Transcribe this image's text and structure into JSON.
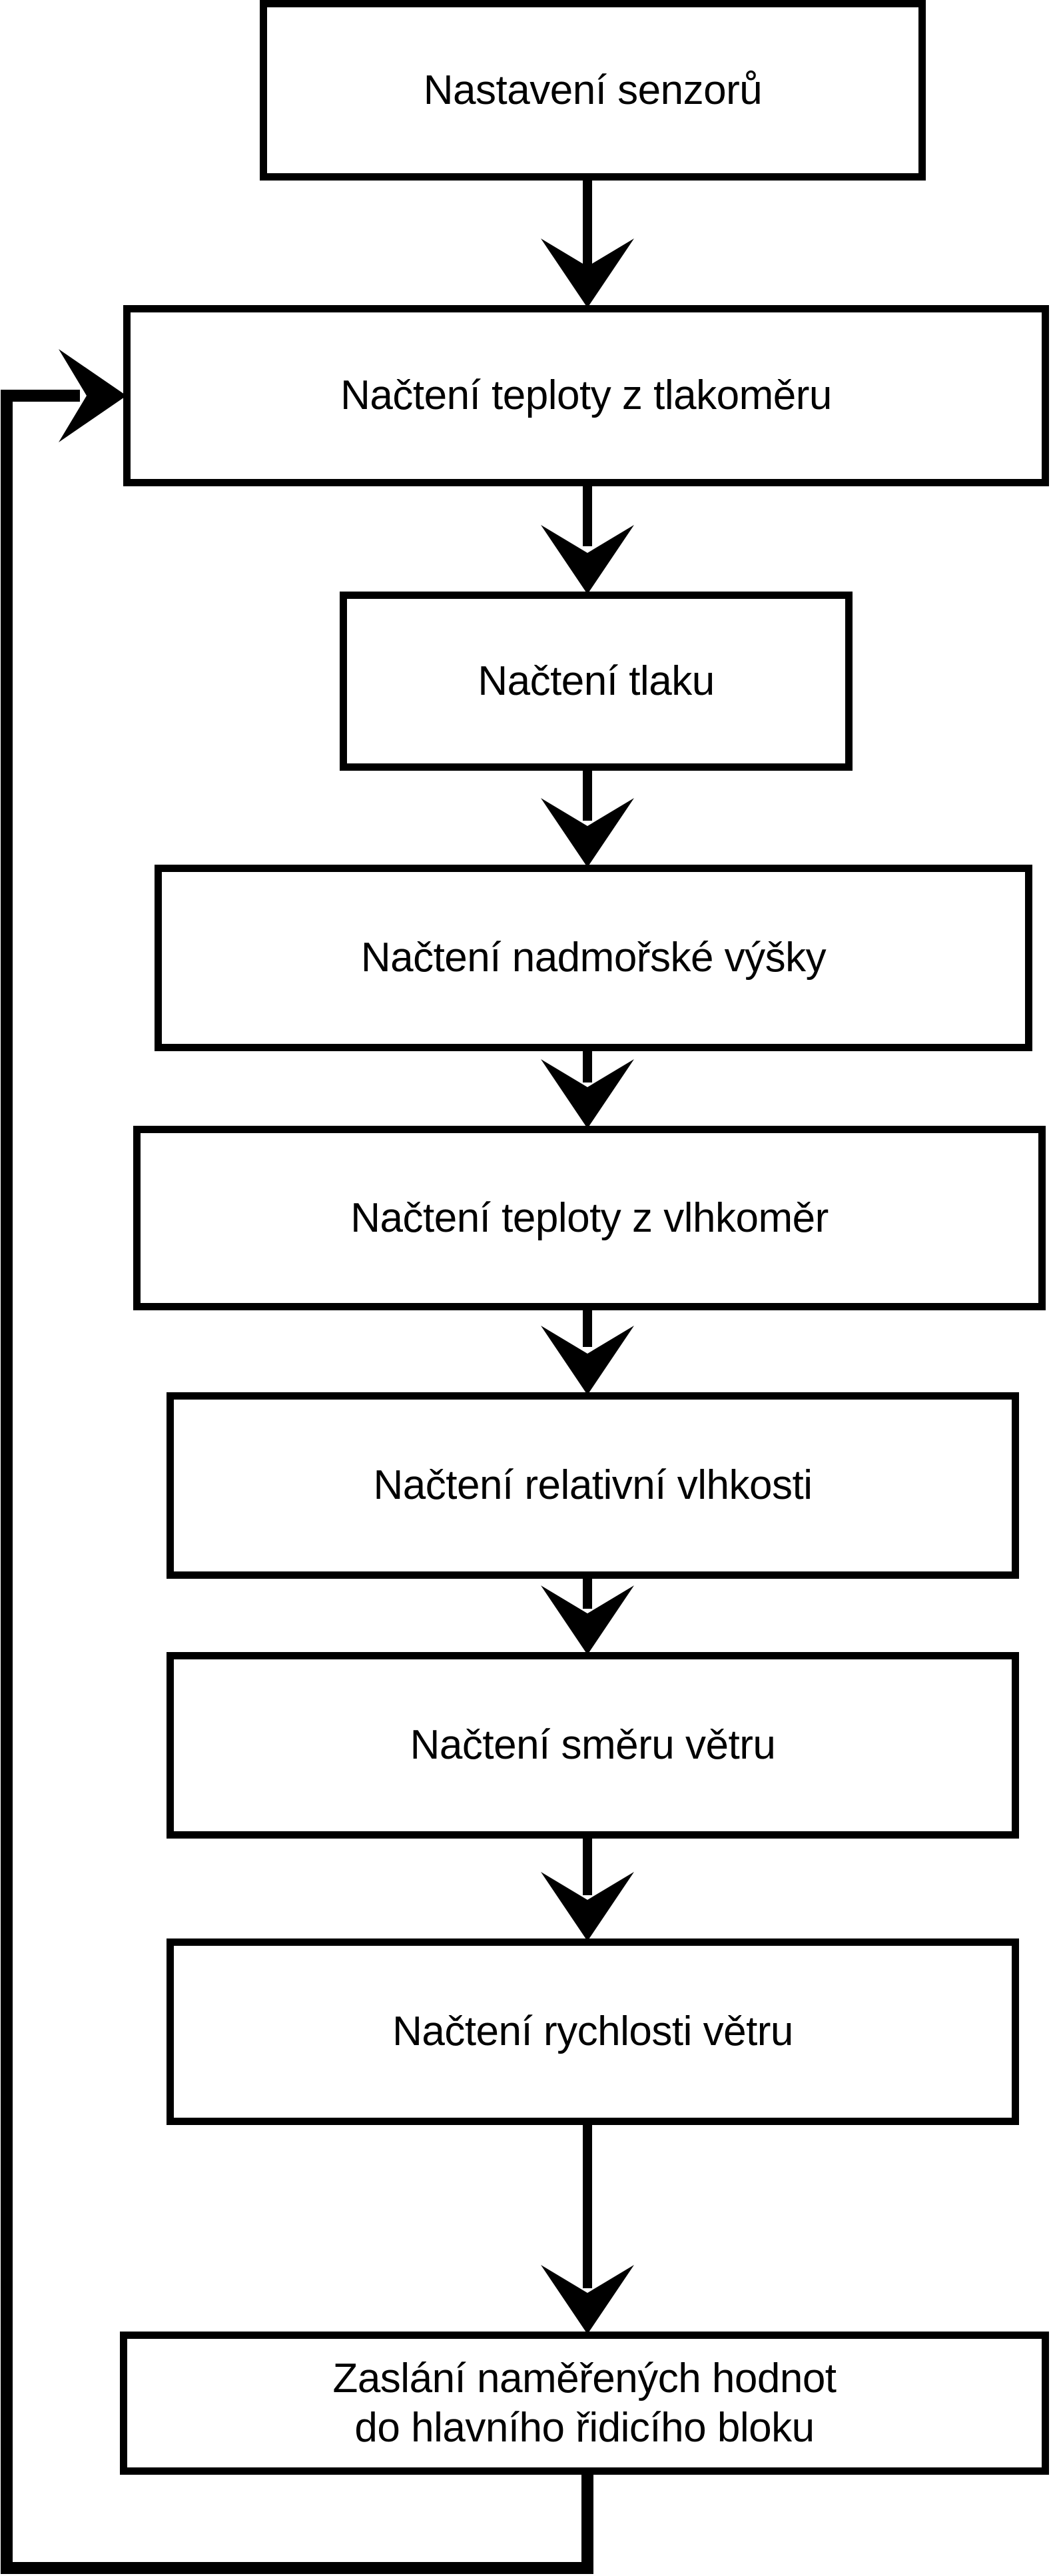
{
  "diagram": {
    "title": "Sensor reading loop flowchart",
    "language": "cs",
    "stroke_color": "#000000",
    "fill_color": "#ffffff",
    "background_color": "#ffffff",
    "nodes": [
      {
        "id": "setup",
        "label": "Nastavení senzorů",
        "shape": "rectangle"
      },
      {
        "id": "temp-baro",
        "label": "Načtení teploty z tlakoměru",
        "shape": "rectangle"
      },
      {
        "id": "pressure",
        "label": "Načtení tlaku",
        "shape": "rectangle"
      },
      {
        "id": "altitude",
        "label": "Načtení nadmořské výšky",
        "shape": "rectangle"
      },
      {
        "id": "temp-hygro",
        "label": "Načtení teploty z vlhkoměr",
        "shape": "rectangle"
      },
      {
        "id": "humidity",
        "label": "Načtení relativní vlhkosti",
        "shape": "rectangle"
      },
      {
        "id": "wind-dir",
        "label": "Načtení směru větru",
        "shape": "rectangle"
      },
      {
        "id": "wind-speed",
        "label": "Načtení rychlosti větru",
        "shape": "rectangle"
      },
      {
        "id": "send",
        "label": "Zaslání naměřených hodnot\ndo hlavního řidicího bloku",
        "shape": "rectangle"
      }
    ],
    "edges": [
      {
        "from": "setup",
        "to": "temp-baro",
        "type": "arrow-down"
      },
      {
        "from": "temp-baro",
        "to": "pressure",
        "type": "arrow-down"
      },
      {
        "from": "pressure",
        "to": "altitude",
        "type": "arrow-down"
      },
      {
        "from": "altitude",
        "to": "temp-hygro",
        "type": "arrow-down"
      },
      {
        "from": "temp-hygro",
        "to": "humidity",
        "type": "arrow-down"
      },
      {
        "from": "humidity",
        "to": "wind-dir",
        "type": "arrow-down"
      },
      {
        "from": "wind-dir",
        "to": "wind-speed",
        "type": "arrow-down"
      },
      {
        "from": "wind-speed",
        "to": "send",
        "type": "arrow-down"
      },
      {
        "from": "send",
        "to": "temp-baro",
        "type": "loop-back-left"
      }
    ]
  }
}
